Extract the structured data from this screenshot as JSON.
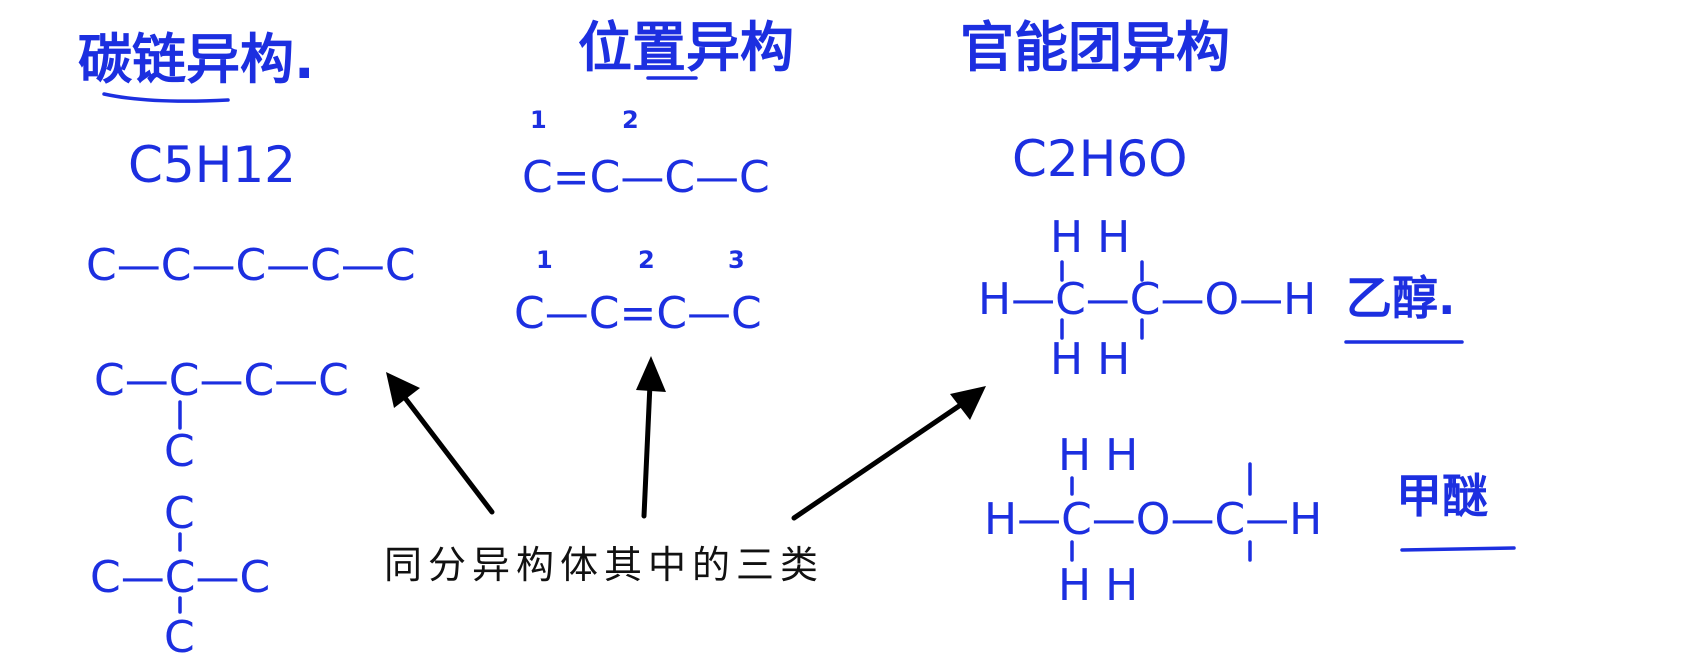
{
  "columns": [
    {
      "title": "碳链异构.",
      "formula": "C5H12",
      "structures": [
        {
          "main": "C—C—C—C—C"
        },
        {
          "main": "C—C—C—C",
          "branch": "C"
        },
        {
          "top": "C",
          "main": "C—C—C",
          "bottom": "C"
        }
      ]
    },
    {
      "title": "位置异构",
      "structures": [
        {
          "numbers": [
            "1",
            "2"
          ],
          "main": "C=C—C—C"
        },
        {
          "numbers": [
            "1",
            "2",
            "3"
          ],
          "main": "C—C=C—C"
        }
      ]
    },
    {
      "title": "官能团异构",
      "formula": "C2H6O",
      "structures": [
        {
          "top": "H   H",
          "main": "H—C—C—O—H",
          "bottom": "H   H",
          "name": "乙醇."
        },
        {
          "top": "H          H",
          "main": "H—C—O—C—H",
          "bottom": "H          H",
          "name": "甲醚"
        }
      ]
    }
  ],
  "caption": "同分异构体其中的三类",
  "colors": {
    "ink": "#1c2fe0",
    "caption": "#111111",
    "arrow": "#000000"
  }
}
